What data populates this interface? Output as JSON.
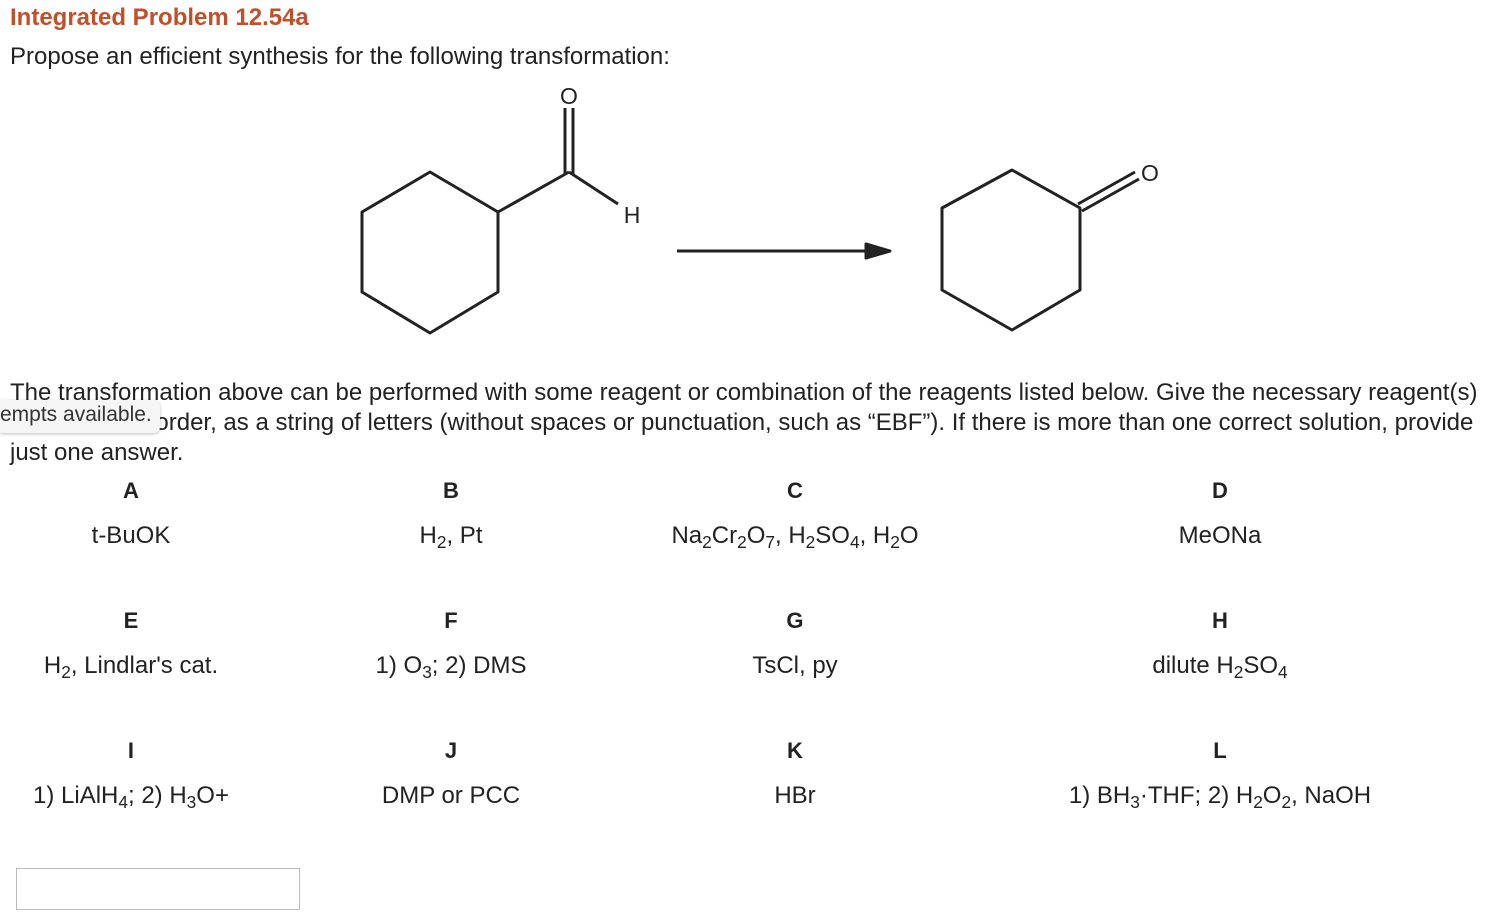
{
  "header": {
    "title": "Integrated Problem 12.54a",
    "prompt": "Propose an efficient synthesis for the following transformation:"
  },
  "scheme": {
    "start_atoms": {
      "oxygen": "O",
      "hydrogen": "H"
    },
    "product_atoms": {
      "oxygen": "O"
    }
  },
  "description": "The transformation above can be performed with some reagent or combination of the reagents listed below. Give the necessary reagent(s) in the correct order, as a string of letters (without spaces or punctuation, such as “EBF”). If there is more than one correct solution, provide just one answer.",
  "tooltip": "empts available.",
  "reagents": [
    {
      "letter": "A",
      "parts": [
        "t-BuOK"
      ]
    },
    {
      "letter": "B",
      "parts": [
        "H",
        "2",
        ", Pt"
      ]
    },
    {
      "letter": "C",
      "parts": [
        "Na",
        "2",
        "Cr",
        "2",
        "O",
        "7",
        ", H",
        "2",
        "SO",
        "4",
        ", H",
        "2",
        "O"
      ]
    },
    {
      "letter": "D",
      "parts": [
        "MeONa"
      ]
    },
    {
      "letter": "E",
      "parts": [
        "H",
        "2",
        ", Lindlar's cat."
      ]
    },
    {
      "letter": "F",
      "parts": [
        "1) O",
        "3",
        "; 2) DMS"
      ]
    },
    {
      "letter": "G",
      "parts": [
        "TsCl, py"
      ]
    },
    {
      "letter": "H",
      "parts": [
        "dilute H",
        "2",
        "SO",
        "4"
      ]
    },
    {
      "letter": "I",
      "parts": [
        "1) LiAlH",
        "4",
        "; 2) H",
        "3",
        "O+"
      ]
    },
    {
      "letter": "J",
      "parts": [
        "DMP or PCC"
      ]
    },
    {
      "letter": "K",
      "parts": [
        "HBr"
      ]
    },
    {
      "letter": "L",
      "parts": [
        "1) BH",
        "3",
        "·THF; 2) H",
        "2",
        "O",
        "2",
        ", NaOH"
      ]
    }
  ],
  "answer": {
    "value": ""
  },
  "colors": {
    "title": "#c0502a",
    "text": "#222222"
  }
}
